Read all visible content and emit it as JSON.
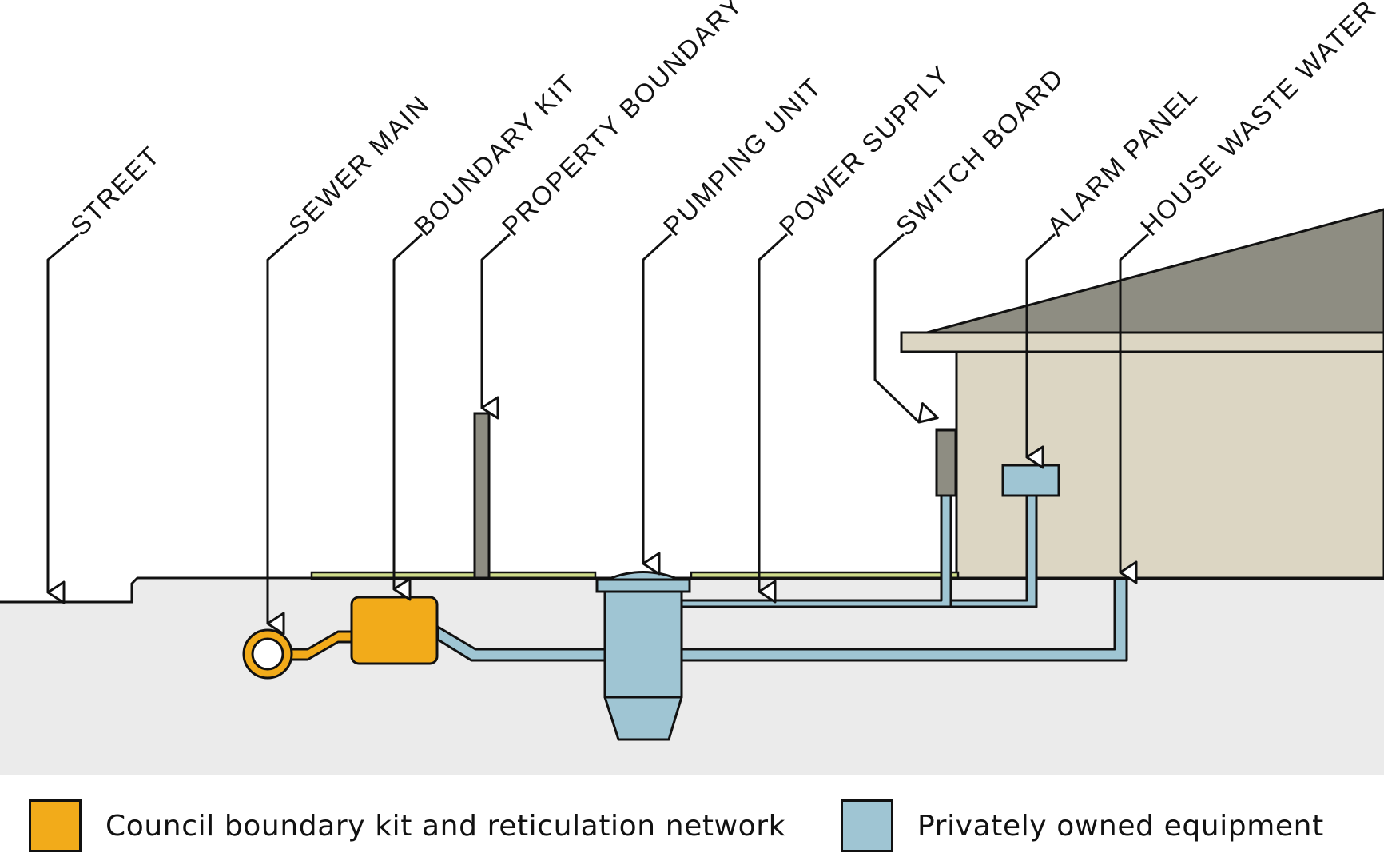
{
  "callouts": [
    {
      "id": "street",
      "label": "STREET"
    },
    {
      "id": "sewer-main",
      "label": "SEWER MAIN"
    },
    {
      "id": "boundary-kit",
      "label": "BOUNDARY KIT"
    },
    {
      "id": "property-boundary",
      "label": "PROPERTY BOUNDARY"
    },
    {
      "id": "pumping-unit",
      "label": "PUMPING UNIT"
    },
    {
      "id": "power-supply",
      "label": "POWER SUPPLY"
    },
    {
      "id": "switch-board",
      "label": "SWITCH BOARD"
    },
    {
      "id": "alarm-panel",
      "label": "ALARM PANEL"
    },
    {
      "id": "house-waste-water",
      "label": "HOUSE WASTE WATER"
    }
  ],
  "legend": [
    {
      "label": "Council boundary kit and reticulation network",
      "color": "#f2ab1a"
    },
    {
      "label": "Privately owned equipment",
      "color": "#9fc5d3"
    }
  ],
  "colors": {
    "council": "#f2ab1a",
    "private": "#9fc5d3",
    "ground": "#ebebeb",
    "house_wall": "#dcd6c3",
    "roof": "#8e8d82",
    "grass": "#cfdc8a",
    "post": "#8e8d82"
  }
}
